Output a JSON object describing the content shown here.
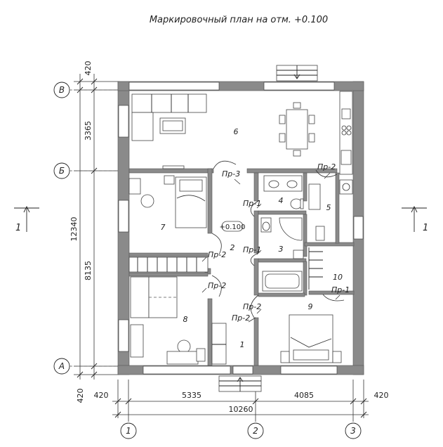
{
  "title": "Маркировочный план на отм. +0.100",
  "elevation_mark": "+0.100",
  "section_mark": "1",
  "axes": {
    "rows": [
      "В",
      "Б",
      "А"
    ],
    "cols": [
      "1",
      "2",
      "3"
    ]
  },
  "dimensions": {
    "left": [
      "420",
      "3365",
      "12340",
      "8135",
      "420"
    ],
    "bottom": [
      "420",
      "5335",
      "4085",
      "420",
      "10260"
    ]
  },
  "rooms": [
    "1",
    "2",
    "3",
    "4",
    "5",
    "6",
    "7",
    "8",
    "9",
    "10"
  ],
  "doors": [
    "Пр-2",
    "Пр-3",
    "Пр-1",
    "Пр-1",
    "Пр-2",
    "Пр-2",
    "Пр-1",
    "Пр-2",
    "Пр-2"
  ]
}
